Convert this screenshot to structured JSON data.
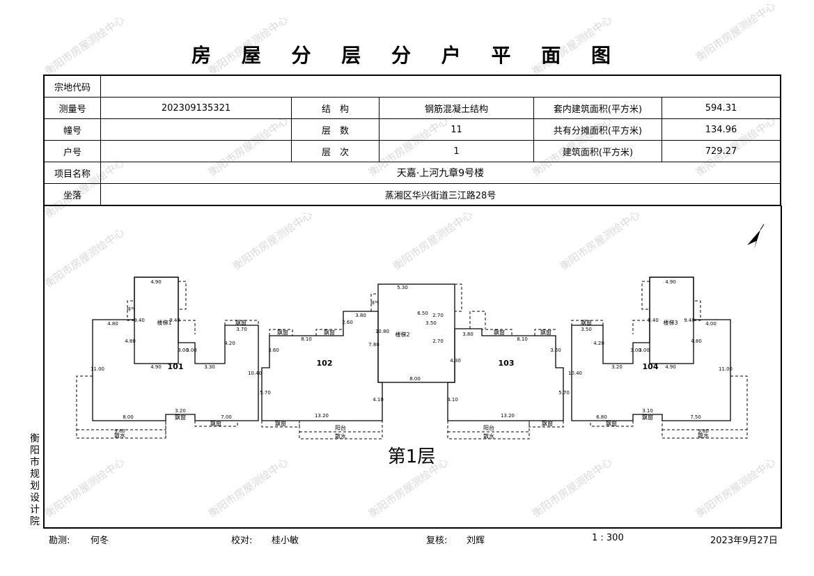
{
  "title": "房 屋 分 层 分 户 平 面 图",
  "info": {
    "parcel_code_label": "宗地代码",
    "parcel_code": "",
    "survey_no_label": "测量号",
    "survey_no": "202309135321",
    "structure_label": "结　构",
    "structure": "钢筋混凝土结构",
    "inner_area_label": "套内建筑面积(平方米)",
    "inner_area": "594.31",
    "building_no_label": "幢号",
    "building_no": "",
    "floors_label": "层　数",
    "floors": "11",
    "shared_area_label": "共有分摊面积(平方米)",
    "shared_area": "134.96",
    "unit_no_label": "户号",
    "unit_no": "",
    "floor_label": "层　次",
    "floor": "1",
    "building_area_label": "建筑面积(平方米)",
    "building_area": "729.27",
    "project_label": "项目名称",
    "project": "天嘉·上河九章9号楼",
    "location_label": "坐落",
    "location": "蒸湘区华兴街道三江路28号"
  },
  "plan": {
    "units": [
      "101",
      "102",
      "103",
      "104"
    ],
    "stairs": [
      "楼梯1",
      "楼梯2",
      "楼梯3"
    ],
    "floor_title": "第1层",
    "bay": "飘窗",
    "balcony": "阳台",
    "apron": "散水",
    "vent": "排气",
    "dims": [
      "4.90",
      "4.90",
      "4.80",
      "9.40",
      "9.40",
      "4.80",
      "3.00",
      "3.00",
      "3.30",
      "4.20",
      "3.70",
      "11.00",
      "10.40",
      "8.00",
      "3.20",
      "7.00",
      "9.80",
      "5.30",
      "8.10",
      "3.60",
      "2.60",
      "3.80",
      "10.80",
      "7.80",
      "5.70",
      "4.10",
      "13.20",
      "8.00",
      "6.50",
      "3.50",
      "2.70",
      "2.70",
      "3.80",
      "8.10",
      "3.60",
      "4.30",
      "5.70",
      "4.10",
      "13.20",
      "4.90",
      "4.90",
      "3.50",
      "9.40",
      "9.40",
      "4.80",
      "3.00",
      "3.00",
      "3.20",
      "4.20",
      "4.00",
      "10.40",
      "11.00",
      "6.80",
      "3.10",
      "7.50",
      "9.80"
    ]
  },
  "watermark": "衡阳市房屋测绘中心",
  "side_text": [
    "衡",
    "阳",
    "市",
    "规",
    "划",
    "设",
    "计",
    "院"
  ],
  "footer": {
    "surveyor_label": "勘测:",
    "surveyor": "何冬",
    "checker_label": "校对:",
    "checker": "桂小敏",
    "reviewer_label": "复核:",
    "reviewer": "刘辉",
    "scale": "1 : 300",
    "date": "2023年9月27日"
  }
}
